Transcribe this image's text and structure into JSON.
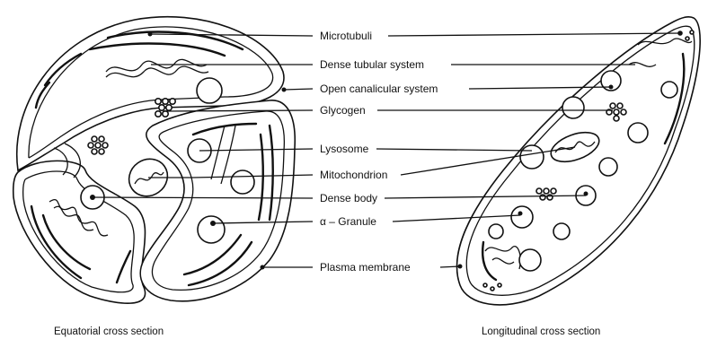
{
  "labels": {
    "microtubuli": "Microtubuli",
    "dense_tubular_system": "Dense tubular system",
    "open_canalicular_system": "Open canalicular system",
    "glycogen": "Glycogen",
    "lysosome": "Lysosome",
    "mitochondrion": "Mitochondrion",
    "dense_body": "Dense body",
    "alpha_granule": "α – Granule",
    "plasma_membrane": "Plasma membrane"
  },
  "captions": {
    "equatorial": "Equatorial cross section",
    "longitudinal": "Longitudinal cross section"
  }
}
